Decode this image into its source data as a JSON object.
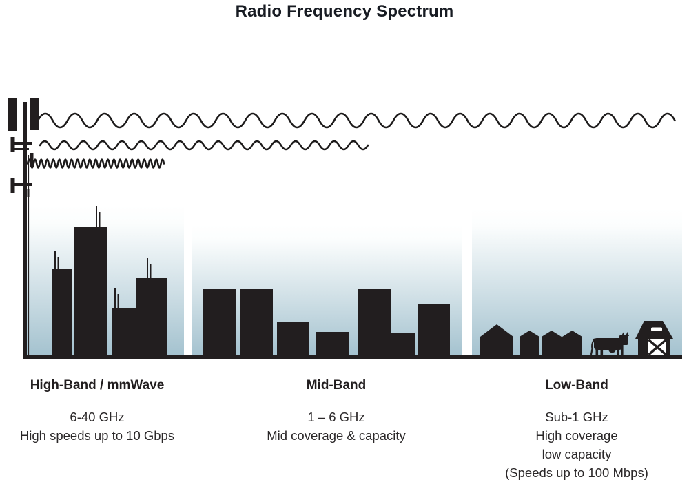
{
  "title": "Radio Frequency Spectrum",
  "bands": [
    {
      "id": "high",
      "heading": "High-Band / mmWave",
      "lines": [
        "6-40 GHz",
        "High speeds up to 10 Gbps"
      ]
    },
    {
      "id": "mid",
      "heading": "Mid-Band",
      "lines": [
        "1 – 6 GHz",
        "Mid coverage & capacity"
      ]
    },
    {
      "id": "low",
      "heading": "Low-Band",
      "lines": [
        "Sub-1 GHz",
        "High coverage",
        "low capacity",
        "(Speeds up to 100 Mbps)"
      ]
    }
  ],
  "icons": [
    "cell-tower-icon",
    "short-wave-icon",
    "medium-wave-icon",
    "long-wave-icon",
    "city-skyline-icon",
    "town-skyline-icon",
    "house-icon",
    "cow-icon",
    "barn-icon"
  ],
  "colors": {
    "ink": "#221e1f",
    "title_ink": "#171b22",
    "sky_top": "#ffffff",
    "sky_bottom": "#a4c2cf"
  }
}
